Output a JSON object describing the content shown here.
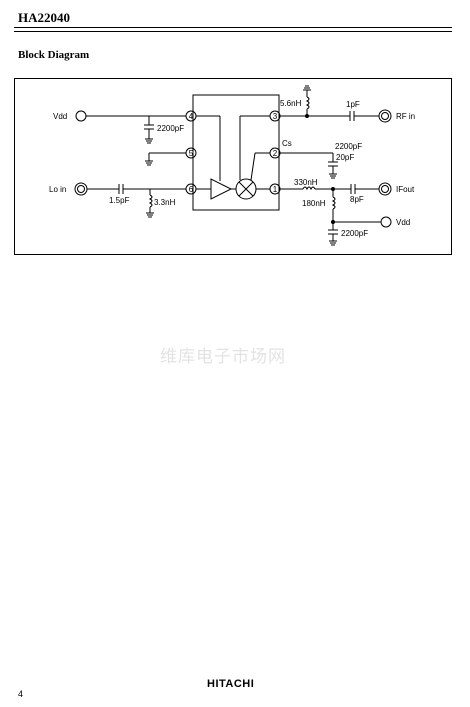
{
  "header": {
    "title": "HA22040"
  },
  "section": {
    "heading": "Block Diagram"
  },
  "diagram": {
    "pins": {
      "vdd_in": "Vdd",
      "lo_in": "Lo in",
      "rf_in": "RF in",
      "if_out": "IFout",
      "vdd_out": "Vdd"
    },
    "ic_pins": [
      "4",
      "5",
      "6",
      "3",
      "2",
      "1"
    ],
    "components": {
      "c_2200pf_vdd": "2200pF",
      "c_1_5pf": "1.5pF",
      "l_3_3nh": "3.3nH",
      "l_5_6nh": "5.6nH",
      "c_1pf": "1pF",
      "cs_label": "Cs",
      "c_2200pf_cs": "2200pF",
      "c_20pf": "20pF",
      "l_330nh": "330nH",
      "l_180nh": "180nH",
      "c_8pf": "8pF",
      "c_2200pf_out": "2200pF"
    }
  },
  "watermark": "维库电子市场网",
  "footer": {
    "page_number": "4",
    "logo": "HITACHI"
  }
}
